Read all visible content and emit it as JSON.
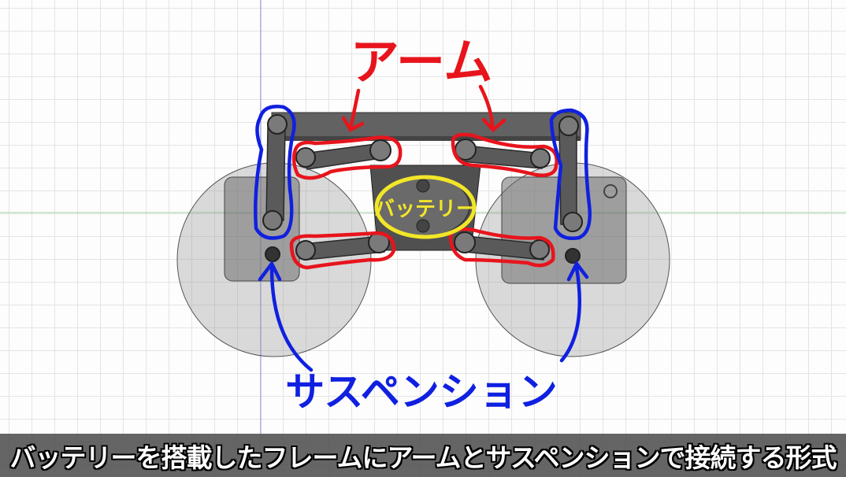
{
  "annotations": {
    "arm_label": "アーム",
    "battery_label": "バッテリー",
    "suspension_label": "サスペンション"
  },
  "subtitle": "バッテリーを搭載したフレームにアームとサスペンションで接続する形式",
  "colors": {
    "arm": "#e8141c",
    "suspension": "#1020e0",
    "battery": "#f2e628",
    "model": "#5f5f5f"
  }
}
